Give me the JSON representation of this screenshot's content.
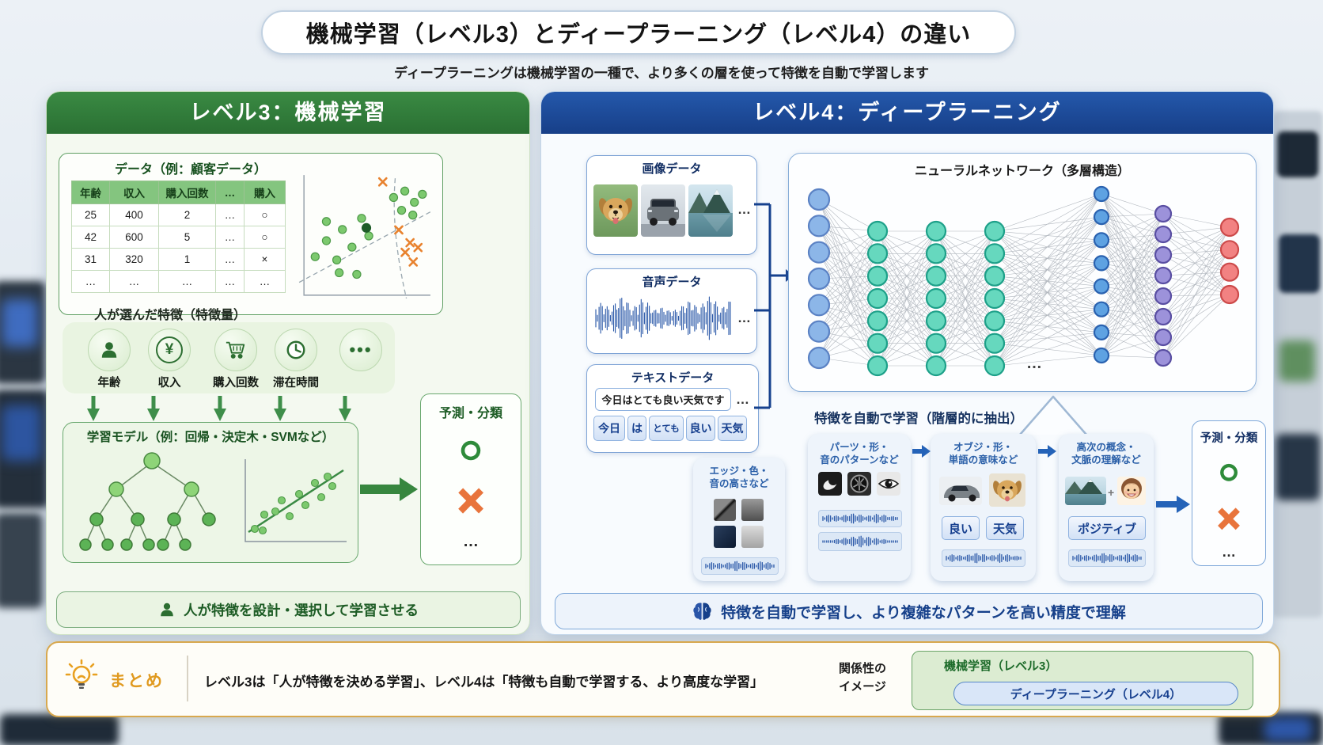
{
  "page": {
    "title": "機械学習（レベル3）とディープラーニング（レベル4）の違い",
    "subtitle": "ディープラーニングは機械学習の一種で、より多くの層を使って特徴を自動で学習します"
  },
  "left_panel": {
    "header": "レベル3：機械学習",
    "data_card": {
      "title": "データ（例：顧客データ）",
      "table": {
        "headers": [
          "年齢",
          "収入",
          "購入回数",
          "…",
          "購入"
        ],
        "rows": [
          [
            "25",
            "400",
            "2",
            "…",
            "○"
          ],
          [
            "42",
            "600",
            "5",
            "…",
            "○"
          ],
          [
            "31",
            "320",
            "1",
            "…",
            "×"
          ],
          [
            "…",
            "…",
            "…",
            "…",
            "…"
          ]
        ]
      }
    },
    "features_label": "人が選んだ特徴（特徴量）",
    "features": [
      {
        "icon": "person-icon",
        "label": "年齢"
      },
      {
        "icon": "yen-icon",
        "label": "収入"
      },
      {
        "icon": "cart-icon",
        "label": "購入回数"
      },
      {
        "icon": "clock-icon",
        "label": "滞在時間"
      },
      {
        "icon": "ellipsis-icon",
        "label": ""
      }
    ],
    "model_title": "学習モデル（例：回帰・決定木・SVMなど）",
    "prediction": {
      "title": "予測・分類",
      "circle": "○",
      "cross": "×",
      "more": "…"
    },
    "footer": "人が特徴を設計・選択して学習させる"
  },
  "right_panel": {
    "header": "レベル4：ディープラーニング",
    "image_card": {
      "title": "画像データ",
      "more": "…"
    },
    "audio_card": {
      "title": "音声データ",
      "more": "…"
    },
    "text_card": {
      "title": "テキストデータ",
      "more": "…",
      "sentence": "今日はとても良い天気です",
      "tokens": [
        "今日",
        "は",
        "とても",
        "良い",
        "天気"
      ]
    },
    "network": {
      "title": "ニューラルネットワーク（多層構造）",
      "ellipsis": "…"
    },
    "feature_label": "特徴を自動で学習（階層的に抽出）",
    "stages": [
      {
        "line1": "エッジ・色・",
        "line2": "音の高さなど"
      },
      {
        "line1": "パーツ・形・",
        "line2": "音のパターンなど"
      },
      {
        "line1": "オブジ・形・",
        "line2": "単語の意味など",
        "chips": [
          "良い",
          "天気"
        ]
      },
      {
        "line1": "高次の概念・",
        "line2": "文脈の理解など",
        "chips": [
          "ポジティブ"
        ]
      }
    ],
    "prediction": {
      "title": "予測・分類",
      "circle": "○",
      "cross": "×",
      "more": "…"
    },
    "footer": "特徴を自動で学習し、より複雑なパターンを高い精度で理解"
  },
  "summary": {
    "badge": "まとめ",
    "text": "レベル3は「人が特徴を決める学習」、レベル4は「特徴も自動で学習する、より高度な学習」",
    "relation_label_line1": "関係性の",
    "relation_label_line2": "イメージ",
    "outer_label": "機械学習（レベル3）",
    "inner_label": "ディープラーニング（レベル4）"
  },
  "colors": {
    "level3_green": "#2f7d38",
    "level4_blue": "#1c4b9c",
    "node_teal": "#35c4a8",
    "circle_green": "#2e8b3a",
    "cross_orange": "#e8743c",
    "summary_gold": "#d8a84e"
  }
}
